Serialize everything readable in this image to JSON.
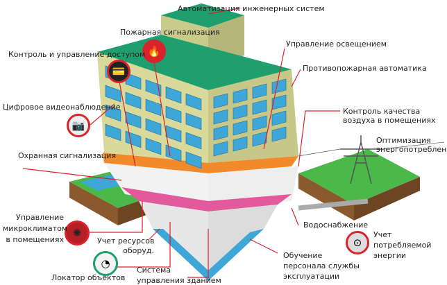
{
  "labels": {
    "automation": "Автоматизация инженерных систем",
    "fire_alarm": "Пожарная сигнализация",
    "access_control": "Контроль и управление доступом",
    "video": "Цифровое видеонаблюдение",
    "lighting": "Управление освещением",
    "fire_automation": "Противопожарная автоматика",
    "air_quality_1": "Контроль качества",
    "air_quality_2": "воздуха в помещениях",
    "energy_opt_1": "Оптимизация",
    "energy_opt_2": "энергопотребления",
    "security_alarm": "Охранная сигнализация",
    "climate_1": "Управление",
    "climate_2": "микроклиматом",
    "climate_3": "в помещениях",
    "resources_1": "Учет ресурсов",
    "resources_2": "оборуд.",
    "water": "Водоснабжение",
    "energy_meter_1": "Учет",
    "energy_meter_2": "потребляемой",
    "energy_meter_3": "энергии",
    "locator": "Локатор объектов",
    "bms_1": "Система",
    "bms_2": "управления зданием",
    "training_1": "Обучение",
    "training_2": "персонала службы",
    "training_3": "эксплуатации"
  },
  "colors": {
    "leader": "#d9232a",
    "roof": "#1f9e6e",
    "wall": "#d8d99a",
    "window": "#3fa6d8",
    "ground": "#4bb84a",
    "soil": "#8a5a2e"
  }
}
